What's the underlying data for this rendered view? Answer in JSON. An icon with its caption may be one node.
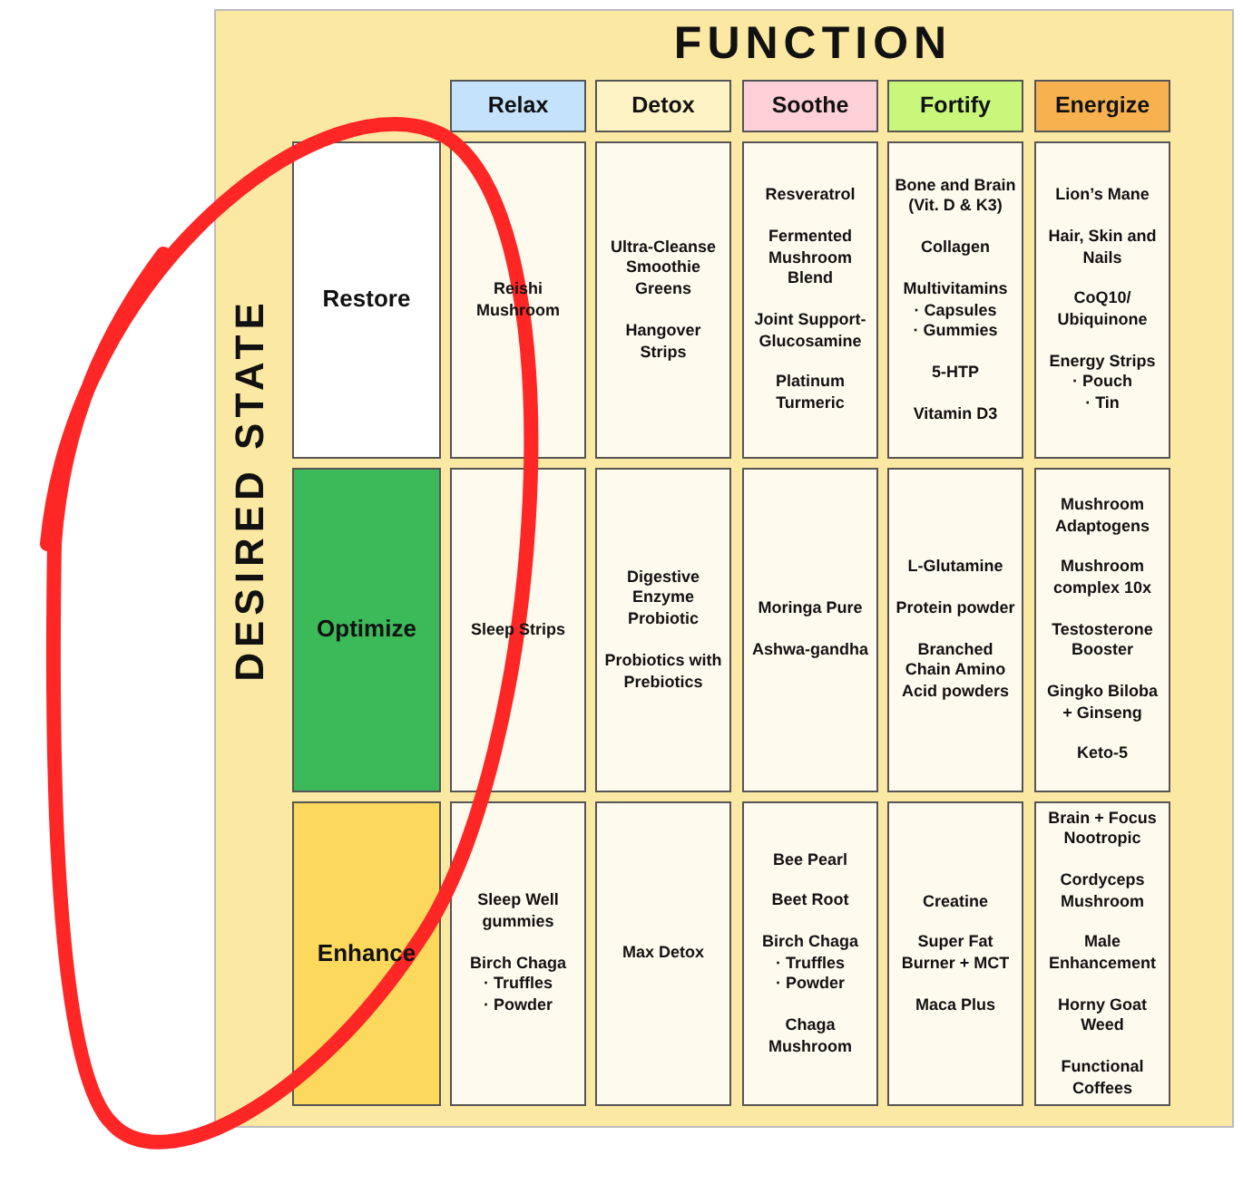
{
  "diagram": {
    "title": "FUNCTION",
    "nodes": [
      {
        "text": [
          "Relax"
        ]
      },
      {
        "text": [
          "Detox"
        ]
      },
      {
        "text": [
          "Soothe"
        ]
      },
      {
        "text": [
          "Fortify"
        ]
      },
      {
        "text": [
          "Energize"
        ]
      },
      {
        "text": [
          "Restore"
        ]
      },
      {
        "text": [
          "Reishi Mushroom"
        ]
      },
      {
        "text": [
          "Ultra-Cleanse Smoothie Greens",
          "Hangover Strips"
        ]
      },
      {
        "text": [
          "Resveratrol",
          "Fermented Mushroom Blend",
          "Joint Support-Glucosamine",
          "Platinum Turmeric"
        ]
      },
      {
        "text": [
          "Bone and Brain (Vit. D & K3)",
          "Collagen",
          "Multivitamins",
          "· Capsules",
          "· Gummies",
          "5-HTP",
          "Vitamin D3"
        ]
      },
      {
        "text": [
          "Lion’s Mane",
          "Hair, Skin and Nails",
          "CoQ10/ Ubiquinone",
          "Energy Strips",
          "· Pouch",
          "· Tin"
        ]
      },
      {
        "text": [
          "Optimize"
        ]
      },
      {
        "text": [
          "Sleep Strips"
        ]
      },
      {
        "text": [
          "Digestive Enzyme Probiotic",
          "Probiotics with Prebiotics"
        ]
      },
      {
        "text": [
          "Moringa Pure",
          "Ashwa-gandha"
        ]
      },
      {
        "text": [
          "L-Glutamine",
          "Protein powder",
          "Branched Chain Amino Acid powders"
        ]
      },
      {
        "text": [
          "Mushroom Adaptogens",
          "Mushroom complex 10x",
          "Testosterone Booster",
          "Gingko Biloba + Ginseng",
          "Keto-5"
        ]
      },
      {
        "text": [
          "Enhance"
        ]
      },
      {
        "text": [
          "Sleep Well gummies",
          "Birch Chaga",
          "· Truffles",
          "· Powder"
        ]
      },
      {
        "text": [
          "Max Detox"
        ]
      },
      {
        "text": [
          "Bee Pearl",
          "Beet Root",
          "Birch Chaga",
          "· Truffles",
          "· Powder",
          "Chaga Mushroom"
        ]
      },
      {
        "text": [
          "Creatine",
          "Super Fat Burner + MCT",
          "Maca Plus"
        ]
      },
      {
        "text": [
          "Brain + Focus Nootropic",
          "Cordyceps Mushroom",
          "Male Enhancement",
          "Horny Goat Weed",
          "Functional Coffees"
        ]
      }
    ],
    "labels": [
      "DESIRED STATE"
    ]
  }
}
